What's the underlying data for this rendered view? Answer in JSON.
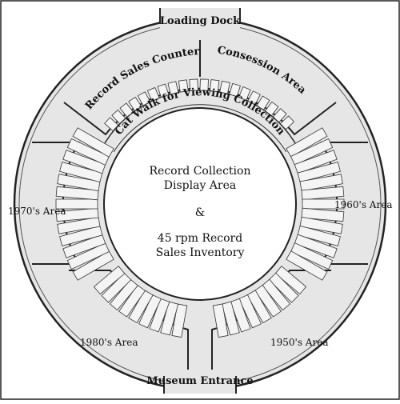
{
  "map": {
    "labels": {
      "loading_dock": "Loading Dock",
      "record_sales_counter": "Record Sales Counter",
      "concession_area": "Consession Area",
      "cat_walk": "Cat Walk for Viewing Collection",
      "area_1970s": "1970's Area",
      "area_1960s": "1960's Area",
      "area_1980s": "1980's Area",
      "area_1950s": "1950's Area",
      "museum_entrance": "Museum Entrance",
      "center_line1": "Record Collection",
      "center_line2": "Display Area",
      "center_amp": "&",
      "center_line3": "45 rpm Record",
      "center_line4": "Sales Inventory"
    },
    "colors": {
      "floor": "#e6e6e6",
      "wall": "#222222",
      "background": "#ffffff"
    }
  }
}
